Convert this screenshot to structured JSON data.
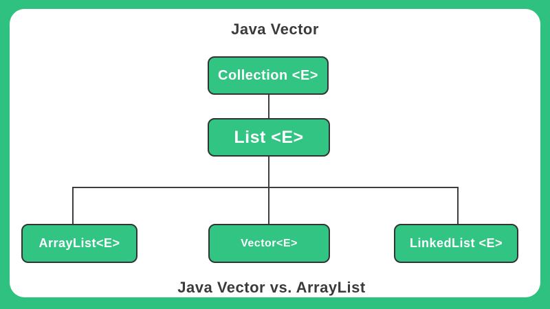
{
  "title": "Java Vector",
  "caption": "Java Vector vs. ArrayList",
  "nodes": {
    "collection": {
      "label": "Collection <E>"
    },
    "list": {
      "label": "List <E>"
    },
    "arraylist": {
      "label": "ArrayList<E>"
    },
    "vector": {
      "label": "Vector<E>"
    },
    "linkedlist": {
      "label": "LinkedList <E>"
    }
  },
  "hierarchy": {
    "root": "Collection <E>",
    "child": "List <E>",
    "leaves": [
      "ArrayList<E>",
      "Vector<E>",
      "LinkedList <E>"
    ]
  },
  "colors": {
    "frame_green": "#2fc180",
    "node_fill_green": "#31c483",
    "node_border": "#333333",
    "connector_line": "#3d3d3d",
    "text_dark": "#3a3a3a",
    "node_text": "#ffffff",
    "canvas_background": "#ffffff"
  }
}
